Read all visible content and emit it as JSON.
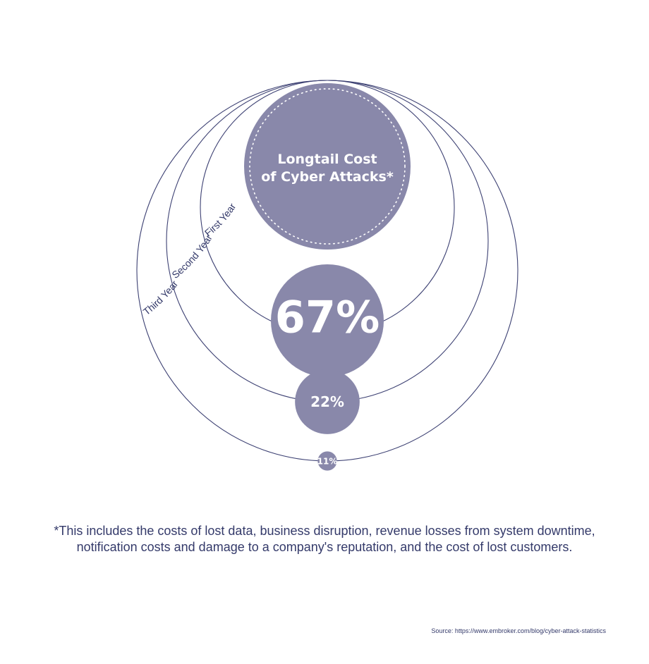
{
  "chart_data": {
    "type": "nested-circle",
    "title": "Longtail Cost of Cyber Attacks*",
    "title_lines": [
      "Longtail Cost",
      "of Cyber Attacks*"
    ],
    "categories": [
      "First Year",
      "Second Year",
      "Third Year"
    ],
    "values": [
      67,
      22,
      11
    ],
    "value_labels": [
      "67%",
      "22%",
      "11%"
    ],
    "unit": "%"
  },
  "colors": {
    "disc": "#8988aa",
    "ring": "#3d4173",
    "text": "#343a6a"
  },
  "footnote": {
    "line1": "*This includes the costs of lost data, business disruption, revenue losses from system downtime,",
    "line2": "notification costs and damage to a company's reputation, and the cost of lost customers."
  },
  "source": "Source: https://www.embroker.com/blog/cyber-attack-statistics"
}
